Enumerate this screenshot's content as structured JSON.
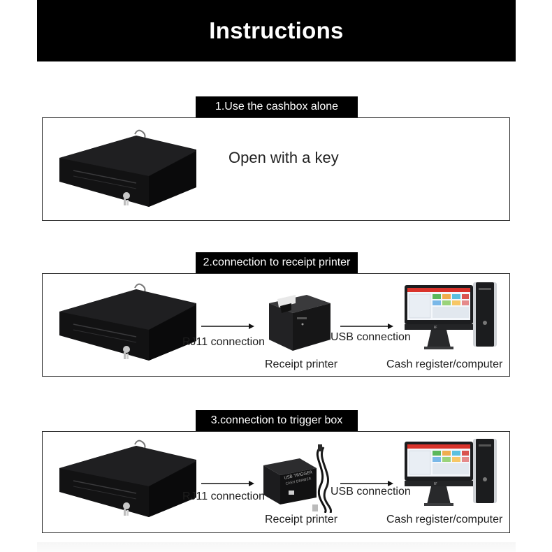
{
  "header": {
    "title": "Instructions"
  },
  "sections": [
    {
      "label": "1.Use the cashbox alone",
      "text": "Open with a key"
    },
    {
      "label": "2.connection to receipt printer",
      "link1": "RJ11 connection",
      "link2": "USB connection",
      "device1": "Receipt printer",
      "device2": "Cash register/computer"
    },
    {
      "label": "3.connection to trigger box",
      "link1": "RJ11 connection",
      "link2": "USB connection",
      "device1": "Receipt printer",
      "device2": "Cash register/computer"
    }
  ],
  "icons": {
    "drawer": "cash-drawer-icon",
    "printer": "receipt-printer-icon",
    "trigger": "trigger-box-icon",
    "pos": "pos-terminal-icon",
    "arrow": "arrow-right-icon"
  },
  "colors": {
    "band": "#000000",
    "panel_border": "#2a2a2a",
    "text": "#1e1e1e"
  }
}
